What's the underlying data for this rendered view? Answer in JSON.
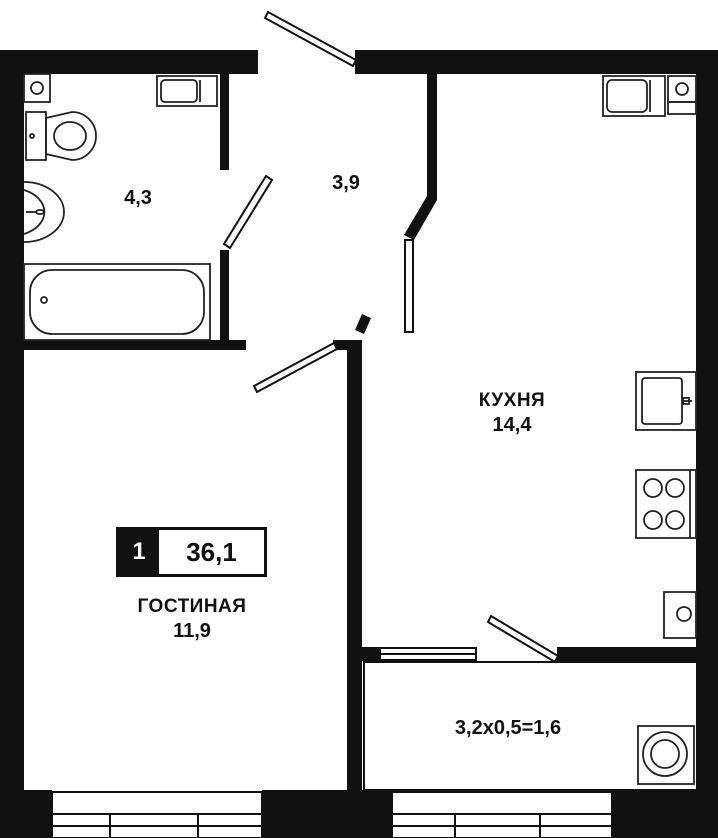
{
  "apartment": {
    "rooms": "1",
    "total_area": "36,1"
  },
  "rooms": {
    "bathroom": {
      "area": "4,3"
    },
    "hall": {
      "area": "3,9"
    },
    "kitchen": {
      "name": "КУХНЯ",
      "area": "14,4"
    },
    "living": {
      "name": "ГОСТИНАЯ",
      "area": "11,9"
    },
    "balcony": {
      "area": "3,2х0,5=1,6"
    }
  },
  "colors": {
    "wall": "#111111",
    "fixture": "#222222",
    "background": "#ffffff"
  }
}
